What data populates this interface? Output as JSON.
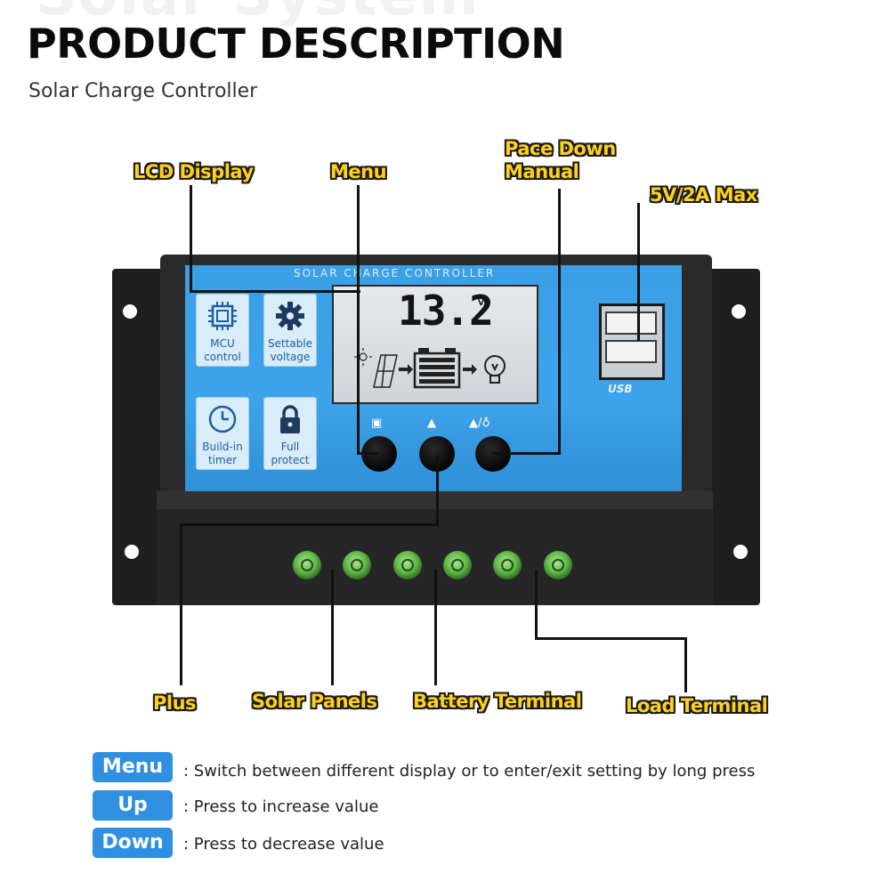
{
  "header": {
    "bg_title": "Solar System",
    "title": "PRODUCT DESCRIPTION",
    "subtitle": "Solar Charge Controller"
  },
  "callouts": {
    "lcd_display": "LCD Display",
    "menu": "Menu",
    "pace_down_line1": "Pace Down",
    "pace_down_line2": "Manual",
    "usb_rating": "5V/2A Max",
    "plus": "Plus",
    "solar_panels": "Solar Panels",
    "battery_terminal": "Battery Terminal",
    "load_terminal": "Load Terminal"
  },
  "device": {
    "panel_title": "SOLAR CHARGE CONTROLLER",
    "lcd_value": "13.2",
    "lcd_unit": "V",
    "usb_logo": "USB",
    "features": [
      {
        "line1": "MCU",
        "line2": "control",
        "icon": "chip-icon"
      },
      {
        "line1": "Settable",
        "line2": "voltage",
        "icon": "gear-icon"
      },
      {
        "line1": "Build-in",
        "line2": "timer",
        "icon": "clock-icon"
      },
      {
        "line1": "Full",
        "line2": "protect",
        "icon": "lock-icon"
      }
    ],
    "button_icons": [
      "▣",
      "▲",
      "▲/♁"
    ]
  },
  "legend": [
    {
      "badge": "Menu",
      "text": ": Switch between different display or to enter/exit setting by long press"
    },
    {
      "badge": "Up",
      "text": ": Press to increase value"
    },
    {
      "badge": "Down",
      "text": ": Press to decrease value"
    }
  ],
  "colors": {
    "callout_fill": "#ffd11a",
    "panel_blue": "#3a9fe6",
    "badge_blue": "#2f8fe0",
    "terminal_green": "#5fb847"
  }
}
